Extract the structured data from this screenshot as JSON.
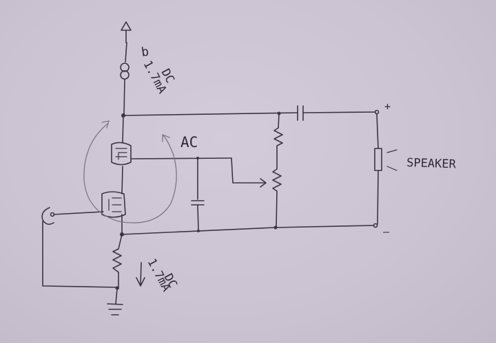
{
  "labels": {
    "top_current_symbol": "b",
    "top_current": "1.7mA",
    "top_current_type": "DC",
    "ac_label": "AC",
    "speaker_label": "SPEAKER",
    "plus_terminal": "+",
    "minus_terminal": "–",
    "bottom_current": "1.7mA",
    "bottom_current_type": "DC"
  },
  "colors": {
    "paper": "#cdc5d3",
    "ink": "#3a3540",
    "pencil": "#7d7785"
  }
}
